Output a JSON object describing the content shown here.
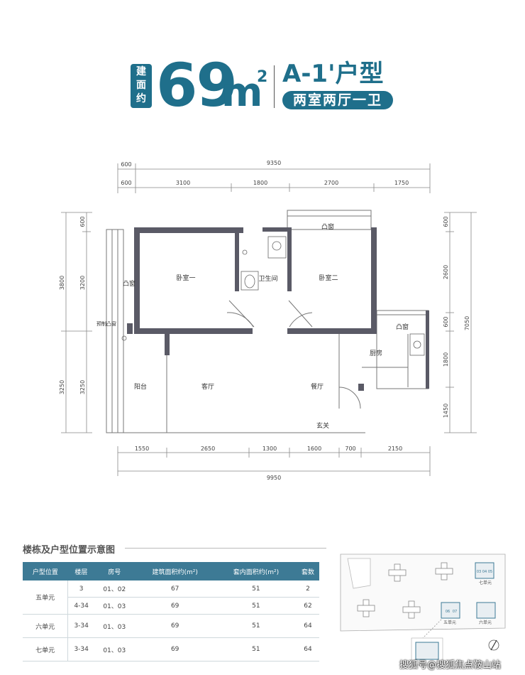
{
  "header": {
    "area_label": [
      "建",
      "面",
      "约"
    ],
    "area_value": "69",
    "area_unit": "m",
    "area_sup": "2",
    "type_name": "A-1'户型",
    "rooms": "两室两厅一卫"
  },
  "plan": {
    "top_total": "9350",
    "top_left": "600",
    "top_segments": [
      "600",
      "3100",
      "1800",
      "2700",
      "1750"
    ],
    "bottom_segments": [
      "1550",
      "2650",
      "1300",
      "1600",
      "700",
      "2150"
    ],
    "bottom_total": "9950",
    "left_outer": [
      "3800",
      "3250"
    ],
    "left_inner": [
      "600",
      "3200",
      "3250"
    ],
    "right_inner": [
      "600",
      "2600",
      "600",
      "1800",
      "1450"
    ],
    "right_outer": "7050",
    "rooms": {
      "bedroom1": "卧室一",
      "bedroom2": "卧室二",
      "bathroom": "卫生间",
      "bay_window_left": "凸窗",
      "bay_window_top": "凸窗",
      "bay_window_kitchen": "凸窗",
      "prefab_window": "预制凸窗",
      "balcony": "阳台",
      "living": "客厅",
      "dining": "餐厅",
      "kitchen": "厨房",
      "entrance": "玄关"
    }
  },
  "site": {
    "title": "楼栋及户型位置示意图",
    "headers": [
      "户型位置",
      "楼层",
      "房号",
      "建筑面积约(m²)",
      "套内面积约(m²)",
      "套数"
    ],
    "rows": [
      {
        "building": "五单元",
        "floor": "3",
        "room": "01、02",
        "gross": "67",
        "net": "51",
        "count": "2"
      },
      {
        "building": "",
        "floor": "4-34",
        "room": "01、03",
        "gross": "69",
        "net": "51",
        "count": "62"
      },
      {
        "building": "六单元",
        "floor": "3-34",
        "room": "01、03",
        "gross": "69",
        "net": "51",
        "count": "64"
      },
      {
        "building": "七单元",
        "floor": "3-34",
        "room": "01、03",
        "gross": "69",
        "net": "51",
        "count": "64"
      }
    ],
    "map_labels": [
      "七单元",
      "五单元",
      "六单元"
    ],
    "unit_codes": [
      "03",
      "04",
      "05",
      "06",
      "07"
    ]
  },
  "watermark": "搜狐号@搜狐焦点鞍山站",
  "colors": {
    "brand": "#1f6f8b",
    "wall": "#5a5a66",
    "table_header": "#3d7a95"
  }
}
